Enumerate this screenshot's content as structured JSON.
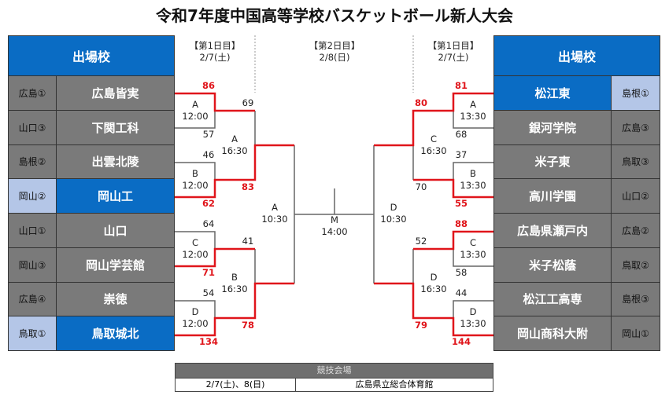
{
  "title": "令和7年度中国高等学校バスケットボール新人大会",
  "panel_header": "出場校",
  "days": {
    "left": {
      "label": "【第1日目】",
      "date": "2/7(土)"
    },
    "center": {
      "label": "【第2日目】",
      "date": "2/8(日)"
    },
    "right": {
      "label": "【第1日目】",
      "date": "2/7(土)"
    }
  },
  "left_teams": [
    {
      "pref": "広島①",
      "name": "広島皆実",
      "advanced": false
    },
    {
      "pref": "山口③",
      "name": "下関工科",
      "advanced": false
    },
    {
      "pref": "島根②",
      "name": "出雲北陵",
      "advanced": false
    },
    {
      "pref": "岡山②",
      "name": "岡山工",
      "advanced": true
    },
    {
      "pref": "山口①",
      "name": "山口",
      "advanced": false
    },
    {
      "pref": "岡山③",
      "name": "岡山学芸館",
      "advanced": false
    },
    {
      "pref": "広島④",
      "name": "崇徳",
      "advanced": false
    },
    {
      "pref": "鳥取①",
      "name": "鳥取城北",
      "advanced": true
    }
  ],
  "right_teams": [
    {
      "pref": "島根①",
      "name": "松江東",
      "advanced": true
    },
    {
      "pref": "広島③",
      "name": "銀河学院",
      "advanced": false
    },
    {
      "pref": "鳥取③",
      "name": "米子東",
      "advanced": false
    },
    {
      "pref": "山口②",
      "name": "高川学園",
      "advanced": false
    },
    {
      "pref": "広島②",
      "name": "広島県瀬戸内",
      "advanced": false
    },
    {
      "pref": "鳥取②",
      "name": "米子松蔭",
      "advanced": false
    },
    {
      "pref": "島根③",
      "name": "松江工高専",
      "advanced": false
    },
    {
      "pref": "岡山①",
      "name": "岡山商科大附",
      "advanced": false
    }
  ],
  "matches": {
    "l1": {
      "court": "A",
      "time": "12:00",
      "scores": [
        "86",
        "57"
      ]
    },
    "l2": {
      "court": "B",
      "time": "12:00",
      "scores": [
        "46",
        "62"
      ]
    },
    "l3": {
      "court": "C",
      "time": "12:00",
      "scores": [
        "64",
        "71"
      ]
    },
    "l4": {
      "court": "D",
      "time": "12:00",
      "scores": [
        "54",
        "134"
      ]
    },
    "l5": {
      "court": "A",
      "time": "16:30",
      "scores": [
        "69",
        "83"
      ]
    },
    "l6": {
      "court": "B",
      "time": "16:30",
      "scores": [
        "41",
        "78"
      ]
    },
    "l7": {
      "court": "A",
      "time": "10:30"
    },
    "final": {
      "court": "M",
      "time": "14:00"
    },
    "r7": {
      "court": "D",
      "time": "10:30"
    },
    "r5": {
      "court": "C",
      "time": "16:30",
      "scores": [
        "80",
        "70"
      ]
    },
    "r6": {
      "court": "D",
      "time": "16:30",
      "scores": [
        "52",
        "79"
      ]
    },
    "r1": {
      "court": "A",
      "time": "13:30",
      "scores": [
        "81",
        "68"
      ]
    },
    "r2": {
      "court": "B",
      "time": "13:30",
      "scores": [
        "37",
        "55"
      ]
    },
    "r3": {
      "court": "C",
      "time": "13:30",
      "scores": [
        "88",
        "58"
      ]
    },
    "r4": {
      "court": "D",
      "time": "13:30",
      "scores": [
        "44",
        "144"
      ]
    }
  },
  "venue": {
    "header": "競技会場",
    "dates": "2/7(土)、8(日)",
    "place": "広島県立総合体育館"
  },
  "colors": {
    "blue": "#0a6cc4",
    "gray": "#7a7a7a",
    "light_blue": "#b4c6e7",
    "win_red": "#e0151b"
  }
}
